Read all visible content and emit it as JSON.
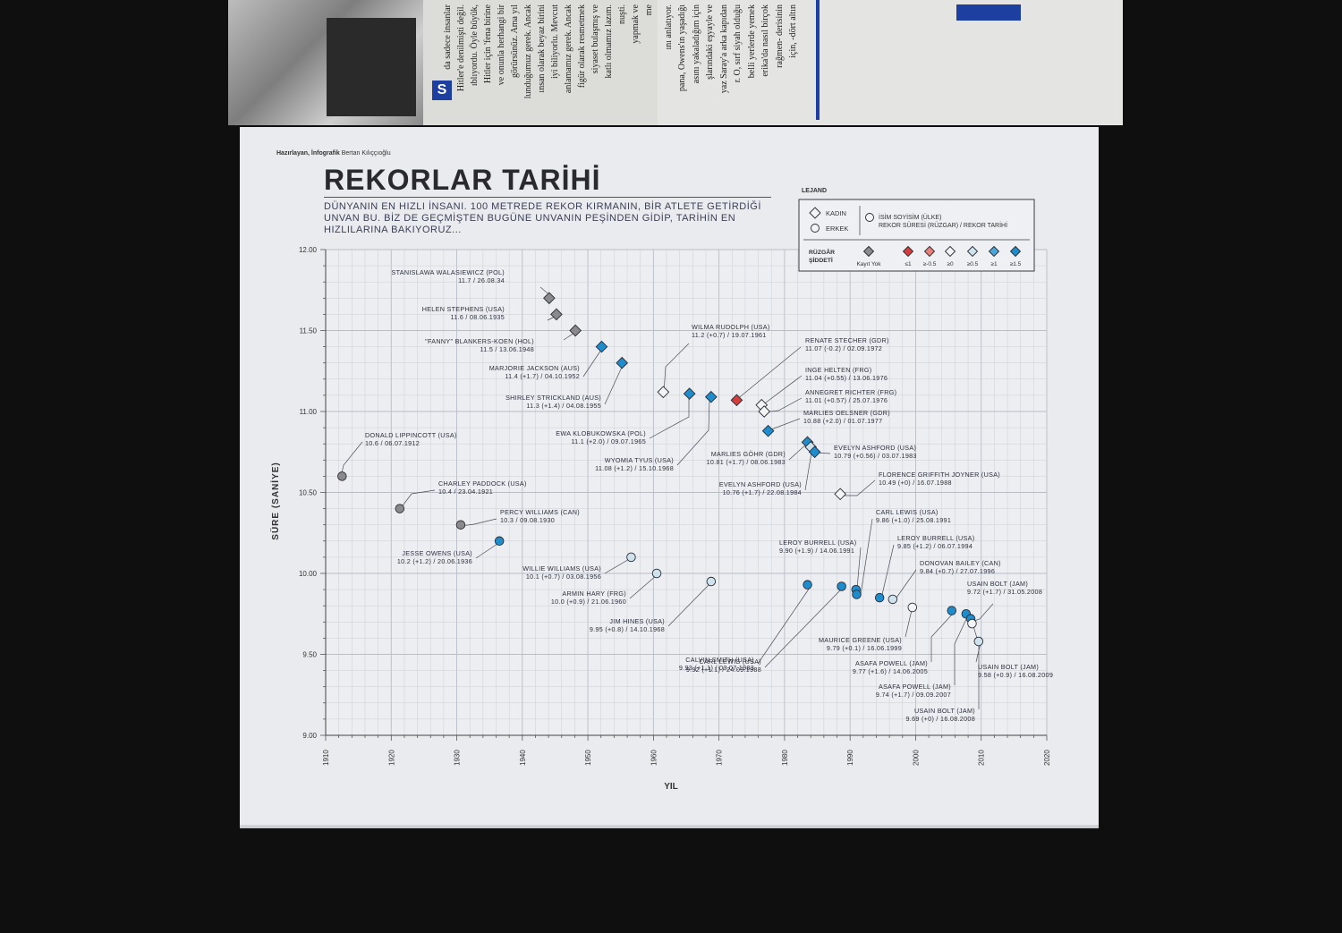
{
  "header": {
    "credit_label": "Hazırlayan, İnfografik",
    "credit_name": "Bertan Kılıççıoğlu",
    "title": "REKORLAR TARİHİ",
    "subtitle": "DÜNYANIN EN HIZLI İNSANI. 100 METREDE REKOR KIRMANIN, BİR ATLETE GETİRDİĞİ UNVAN BU. BİZ DE GEÇMİŞTEN BUGÜNE UNVANIN PEŞİNDEN GİDİP, TARİHİN EN HIZLILARINA BAKIYORUZ..."
  },
  "top_spread": {
    "right_columns": [
      "için, -dört altın",
      "rağmen- derisinin",
      "erika'da nasıl birçok",
      "belli yerlerde yemek",
      "r. O, sırf siyah olduğu",
      "yaz Saray'a arka kapıdan",
      "şlarındaki eşyayle ve",
      "asını yakaladığım için",
      "pana, Owens'ın yaşadığı",
      "ını anlatıyor."
    ],
    "left_columns": [
      "me",
      "yapmak ve",
      "nuşti.",
      "katlı olmamız lazım.",
      "siyaset bulaşmış ve",
      "figür olarak resmetmek",
      "anlamamız gerek. Ancak",
      "iyi biliyorlu. Mevcut",
      "ınsan olarak beyaz birini",
      "lunduğumuz gerek. Ancak",
      "görürsünüz. Ama yıl",
      "ve onunla herhangi bir",
      "Hitler için 'fena birine",
      "ıblıyordu. Öyle büyük,",
      "Hitler'e denilmişti değil.",
      "da sadece insanlar"
    ],
    "logo_letter": "S"
  },
  "legend": {
    "title": "LEJAND",
    "female": "KADIN",
    "male": "ERKEK",
    "key_line1": "İSİM SOYİSİM (ÜLKE)",
    "key_line2": "REKOR SÜRESİ (RÜZGAR) / REKOR TARİHİ",
    "wind_title_1": "RÜZGÂR",
    "wind_title_2": "ŞİDDETİ",
    "wind_items": [
      {
        "label": "Kayıt Yok",
        "color": "#8a8a8d"
      },
      {
        "label": "≤1",
        "color": "#d63c3c"
      },
      {
        "label": "≥-0.5",
        "color": "#e8807a"
      },
      {
        "label": "≥0",
        "color": "#f3f4f6"
      },
      {
        "label": "≥0.5",
        "color": "#cfe3ef"
      },
      {
        "label": "≥1",
        "color": "#49a6d8"
      },
      {
        "label": "≥1.5",
        "color": "#1f8ccc"
      }
    ]
  },
  "colors": {
    "none": "#8a8a8d",
    "red": "#d63c3c",
    "light": "#f3f4f6",
    "pale_blue": "#cfe3ef",
    "mid_blue": "#49a6d8",
    "blue": "#1f8ccc",
    "grid": "#c9ccd3",
    "axis": "#444"
  },
  "chart_data": {
    "type": "scatter",
    "xlabel": "YIL",
    "ylabel": "SÜRE (SANİYE)",
    "xlim": [
      1910,
      2020
    ],
    "ylim": [
      9.0,
      12.0
    ],
    "x_ticks": [
      "1910",
      "1920",
      "1930",
      "1940",
      "1950",
      "1960",
      "1970",
      "1980",
      "1990",
      "2000",
      "2010",
      "2020"
    ],
    "y_ticks": [
      "9.00",
      "9.50",
      "10.00",
      "10.50",
      "11.00",
      "11.50",
      "12.00"
    ],
    "points": [
      {
        "gender": "female",
        "x": 1944.1,
        "y": 11.7,
        "wind": "none",
        "name": "STANISLAWA WALASIEWICZ (POL)",
        "detail": "11.7 / 26.08.34"
      },
      {
        "gender": "female",
        "x": 1945.2,
        "y": 11.6,
        "wind": "none",
        "name": "HELEN STEPHENS (USA)",
        "detail": "11.6 / 08.06.1935"
      },
      {
        "gender": "female",
        "x": 1948.1,
        "y": 11.5,
        "wind": "none",
        "name": "\"FANNY\" BLANKERS-KOEN (HOL)",
        "detail": "11.5 / 13.06.1948"
      },
      {
        "gender": "female",
        "x": 1952.1,
        "y": 11.4,
        "wind": "blue",
        "name": "MARJORIE JACKSON (AUS)",
        "detail": "11.4 (+1.7) / 04.10.1952"
      },
      {
        "gender": "female",
        "x": 1955.2,
        "y": 11.3,
        "wind": "blue",
        "name": "SHIRLEY STRICKLAND (AUS)",
        "detail": "11.3 (+1.4) / 04.08.1955"
      },
      {
        "gender": "female",
        "x": 1961.5,
        "y": 11.12,
        "wind": "light",
        "name": "WILMA RUDOLPH (USA)",
        "detail": "11.2 (+0.7) / 19.07.1961"
      },
      {
        "gender": "female",
        "x": 1965.5,
        "y": 11.11,
        "wind": "blue",
        "name": "EWA KLOBUKOWSKA (POL)",
        "detail": "11.1 (+2.0) / 09.07.1965"
      },
      {
        "gender": "female",
        "x": 1968.8,
        "y": 11.09,
        "wind": "blue",
        "name": "WYOMIA TYUS (USA)",
        "detail": "11.08 (+1.2) / 15.10.1968"
      },
      {
        "gender": "female",
        "x": 1972.7,
        "y": 11.07,
        "wind": "red",
        "name": "RENATE STECHER (GDR)",
        "detail": "11.07 (-0.2) / 02.09.1972"
      },
      {
        "gender": "female",
        "x": 1976.5,
        "y": 11.04,
        "wind": "light",
        "name": "INGE HELTEN (FRG)",
        "detail": "11.04 (+0.55) / 13.06.1976"
      },
      {
        "gender": "female",
        "x": 1976.9,
        "y": 11.0,
        "wind": "light",
        "name": "ANNEGRET RICHTER (FRG)",
        "detail": "11.01 (+0.57) / 25.07.1976"
      },
      {
        "gender": "female",
        "x": 1977.5,
        "y": 10.88,
        "wind": "blue",
        "name": "MARLIES OELSNER (GDR)",
        "detail": "10.88 (+2.0) / 01.07.1977"
      },
      {
        "gender": "female",
        "x": 1983.5,
        "y": 10.81,
        "wind": "blue",
        "name": "MARLIES GÖHR (GDR)",
        "detail": "10.81 (+1.7) / 08.06.1983"
      },
      {
        "gender": "female",
        "x": 1984.0,
        "y": 10.78,
        "wind": "pale_blue",
        "name": "EVELYN ASHFORD (USA)",
        "detail": "10.79 (+0.56) / 03.07.1983"
      },
      {
        "gender": "female",
        "x": 1984.6,
        "y": 10.75,
        "wind": "blue",
        "name": "EVELYN ASHFORD (USA)",
        "detail": "10.76 (+1.7) / 22.08.1984"
      },
      {
        "gender": "female",
        "x": 1988.5,
        "y": 10.49,
        "wind": "light",
        "name": "FLORENCE GRIFFITH JOYNER (USA)",
        "detail": "10.49 (+0) / 16.07.1988"
      },
      {
        "gender": "male",
        "x": 1912.5,
        "y": 10.6,
        "wind": "none",
        "name": "DONALD LIPPINCOTT (USA)",
        "detail": "10.6 / 06.07.1912"
      },
      {
        "gender": "male",
        "x": 1921.3,
        "y": 10.4,
        "wind": "none",
        "name": "CHARLEY PADDOCK (USA)",
        "detail": "10.4 / 23.04.1921"
      },
      {
        "gender": "male",
        "x": 1930.6,
        "y": 10.3,
        "wind": "none",
        "name": "PERCY WILLIAMS (CAN)",
        "detail": "10.3 / 09.08.1930"
      },
      {
        "gender": "male",
        "x": 1936.5,
        "y": 10.2,
        "wind": "blue",
        "name": "JESSE OWENS (USA)",
        "detail": "10.2 (+1.2) / 20.06.1936"
      },
      {
        "gender": "male",
        "x": 1956.6,
        "y": 10.1,
        "wind": "pale_blue",
        "name": "WILLIE WILLIAMS (USA)",
        "detail": "10.1 (+0.7) / 03.08.1956"
      },
      {
        "gender": "male",
        "x": 1960.5,
        "y": 10.0,
        "wind": "pale_blue",
        "name": "ARMIN HARY (FRG)",
        "detail": "10.0 (+0.9) / 21.06.1960"
      },
      {
        "gender": "male",
        "x": 1968.8,
        "y": 9.95,
        "wind": "pale_blue",
        "name": "JIM HINES (USA)",
        "detail": "9.95 (+0.8) / 14.10.1968"
      },
      {
        "gender": "male",
        "x": 1983.5,
        "y": 9.93,
        "wind": "blue",
        "name": "CALVIN SMITH (USA)",
        "detail": "9.93 (+1.1) / 03.07.1983"
      },
      {
        "gender": "male",
        "x": 1988.7,
        "y": 9.92,
        "wind": "blue",
        "name": "CARL LEWIS (USA)",
        "detail": "9.92 (+1.1) / 24.09.1988"
      },
      {
        "gender": "male",
        "x": 1990.9,
        "y": 9.9,
        "wind": "blue",
        "name": "LEROY BURRELL (USA)",
        "detail": "9.90 (+1.9) / 14.06.1991"
      },
      {
        "gender": "male",
        "x": 1991.0,
        "y": 9.87,
        "wind": "blue",
        "name": "CARL LEWIS (USA)",
        "detail": "9.86 (+1.0) / 25.08.1991"
      },
      {
        "gender": "male",
        "x": 1994.5,
        "y": 9.85,
        "wind": "blue",
        "name": "LEROY BURRELL (USA)",
        "detail": "9.85 (+1.2) / 06.07.1994"
      },
      {
        "gender": "male",
        "x": 1996.5,
        "y": 9.84,
        "wind": "pale_blue",
        "name": "DONOVAN BAILEY (CAN)",
        "detail": "9.84 (+0.7) / 27.07.1996"
      },
      {
        "gender": "male",
        "x": 1999.5,
        "y": 9.79,
        "wind": "light",
        "name": "MAURICE GREENE (USA)",
        "detail": "9.79 (+0.1) / 16.06.1999"
      },
      {
        "gender": "male",
        "x": 2005.5,
        "y": 9.77,
        "wind": "blue",
        "name": "ASAFA POWELL (JAM)",
        "detail": "9.77 (+1.6) / 14.06.2005"
      },
      {
        "gender": "male",
        "x": 2007.7,
        "y": 9.75,
        "wind": "blue",
        "name": "ASAFA POWELL (JAM)",
        "detail": "9.74 (+1.7) / 09.09.2007"
      },
      {
        "gender": "male",
        "x": 2008.4,
        "y": 9.72,
        "wind": "blue",
        "name": "USAIN BOLT (JAM)",
        "detail": "9.72 (+1.7) / 31.05.2008"
      },
      {
        "gender": "male",
        "x": 2008.6,
        "y": 9.69,
        "wind": "light",
        "name": "USAIN BOLT (JAM)",
        "detail": "9.69 (+0) / 16.08.2008"
      },
      {
        "gender": "male",
        "x": 2009.6,
        "y": 9.58,
        "wind": "pale_blue",
        "name": "USAIN BOLT (JAM)",
        "detail": "9.58 (+0.9) / 16.08.2009"
      }
    ]
  }
}
